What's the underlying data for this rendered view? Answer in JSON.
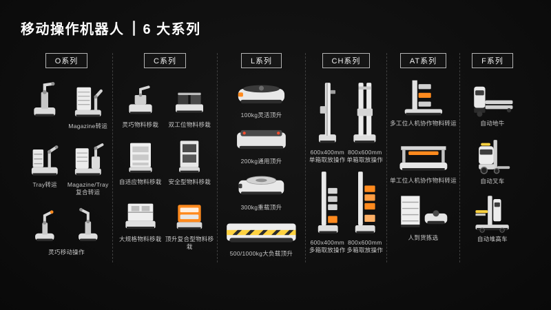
{
  "title": {
    "main": "移动操作机器人",
    "sub": "6 大系列"
  },
  "series": [
    {
      "label": "O系列",
      "rows": [
        {
          "cells": [
            {
              "icon": "arm-lift",
              "caption": ""
            },
            {
              "icon": "magazine-arm",
              "caption": "Magazine转运"
            }
          ]
        },
        {
          "cells": [
            {
              "icon": "tray-arm",
              "caption": "Tray转运"
            },
            {
              "icon": "dual-arm",
              "caption": "Magazine/Tray\n复合转运"
            }
          ]
        },
        {
          "cells": [
            {
              "icon": "small-arm",
              "caption": ""
            },
            {
              "icon": "small-arm-2",
              "caption": ""
            }
          ],
          "caption": "灵巧移动操作"
        }
      ]
    },
    {
      "label": "C系列",
      "rows": [
        {
          "cells": [
            {
              "icon": "grip-bot",
              "caption": "灵巧物料移栽"
            },
            {
              "icon": "twin-bot",
              "caption": "双工位物料移栽"
            }
          ]
        },
        {
          "cells": [
            {
              "icon": "adapt-bot",
              "caption": "自适应物料移栽"
            },
            {
              "icon": "safe-bot",
              "caption": "安全型物料移栽"
            }
          ]
        },
        {
          "cells": [
            {
              "icon": "big-bot",
              "caption": "大规格物料移栽"
            },
            {
              "icon": "lift-combo-bot",
              "caption": "顶升复合型物料移栽"
            }
          ]
        }
      ]
    },
    {
      "label": "L系列",
      "rows": [
        {
          "cells": [
            {
              "icon": "agv-100",
              "caption": "100kg灵活顶升"
            }
          ]
        },
        {
          "cells": [
            {
              "icon": "agv-200",
              "caption": "200kg通用顶升"
            }
          ]
        },
        {
          "cells": [
            {
              "icon": "agv-300",
              "caption": "300kg重载顶升"
            }
          ]
        },
        {
          "cells": [
            {
              "icon": "agv-500",
              "caption": "500/1000kg大负载顶升"
            }
          ]
        }
      ]
    },
    {
      "label": "CH系列",
      "rows": [
        {
          "cells": [
            {
              "icon": "mast-single-600",
              "caption": "600x400mm\n单箱取放操作"
            },
            {
              "icon": "mast-single-800",
              "caption": "800x600mm\n单箱取放操作"
            }
          ]
        },
        {
          "cells": [
            {
              "icon": "mast-multi-600",
              "caption": "600x400mm\n多箱取放操作"
            },
            {
              "icon": "mast-multi-800",
              "caption": "800x600mm\n多箱取放操作"
            }
          ]
        }
      ]
    },
    {
      "label": "AT系列",
      "rows": [
        {
          "cells": [
            {
              "icon": "at-multi",
              "caption": "多工位人机协作物料转运"
            }
          ]
        },
        {
          "cells": [
            {
              "icon": "at-single",
              "caption": "单工位人机协作物料转运"
            }
          ]
        },
        {
          "cells": [
            {
              "icon": "at-pick",
              "caption": "人到货拣选"
            }
          ]
        }
      ]
    },
    {
      "label": "F系列",
      "rows": [
        {
          "cells": [
            {
              "icon": "pallet-truck",
              "caption": "自动地牛"
            }
          ]
        },
        {
          "cells": [
            {
              "icon": "forklift",
              "caption": "自动叉车"
            }
          ]
        },
        {
          "cells": [
            {
              "icon": "stacker",
              "caption": "自动堆高车"
            }
          ]
        }
      ]
    }
  ],
  "colors": {
    "background": "#0d0d0d",
    "accent_orange": "#ff8a1e",
    "accent_yellow": "#ffd23f",
    "caption_text": "#c9c9c9",
    "chip_border": "#b5b5b5"
  }
}
